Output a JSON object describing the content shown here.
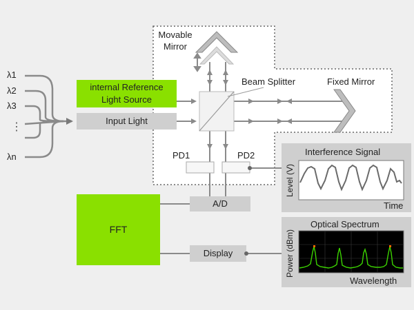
{
  "inputs": [
    "λ1",
    "λ2",
    "λ3",
    "λn"
  ],
  "input_dots": "⋮",
  "reference_source_label": "internal Reference Light Source",
  "input_light_label": "Input Light",
  "movable_mirror_label": "Movable Mirror",
  "beam_splitter_label": "Beam Splitter",
  "fixed_mirror_label": "Fixed Mirror",
  "pd1_label": "PD1",
  "pd2_label": "PD2",
  "ad_label": "A/D",
  "fft_label": "FFT",
  "display_label": "Display",
  "interference_panel": {
    "title": "Interference Signal",
    "ylabel": "Level (V)",
    "xlabel": "Time"
  },
  "spectrum_panel": {
    "title": "Optical Spectrum",
    "ylabel": "Power (dBm)",
    "xlabel": "Wavelength"
  },
  "colors": {
    "lime": "#8ae000",
    "gray_box": "#cfcfcf",
    "arrow_gray": "#8a8a8a",
    "plot_bg": "#000000",
    "spectrum_trace": "#3cd400"
  }
}
